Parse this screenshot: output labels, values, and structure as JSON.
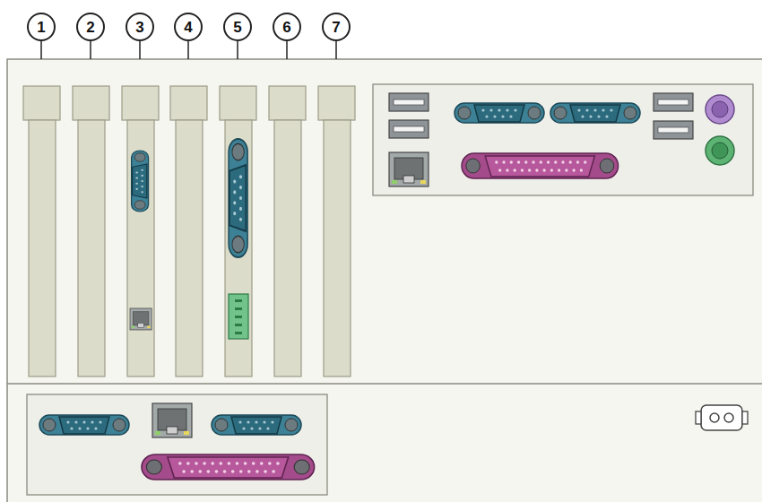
{
  "diagram": {
    "nodes": [
      {
        "text": [
          "1"
        ]
      },
      {
        "text": [
          "2"
        ]
      },
      {
        "text": [
          "3"
        ]
      },
      {
        "text": [
          "4"
        ]
      },
      {
        "text": [
          "5"
        ]
      },
      {
        "text": [
          "6"
        ]
      },
      {
        "text": [
          "7"
        ]
      }
    ]
  }
}
